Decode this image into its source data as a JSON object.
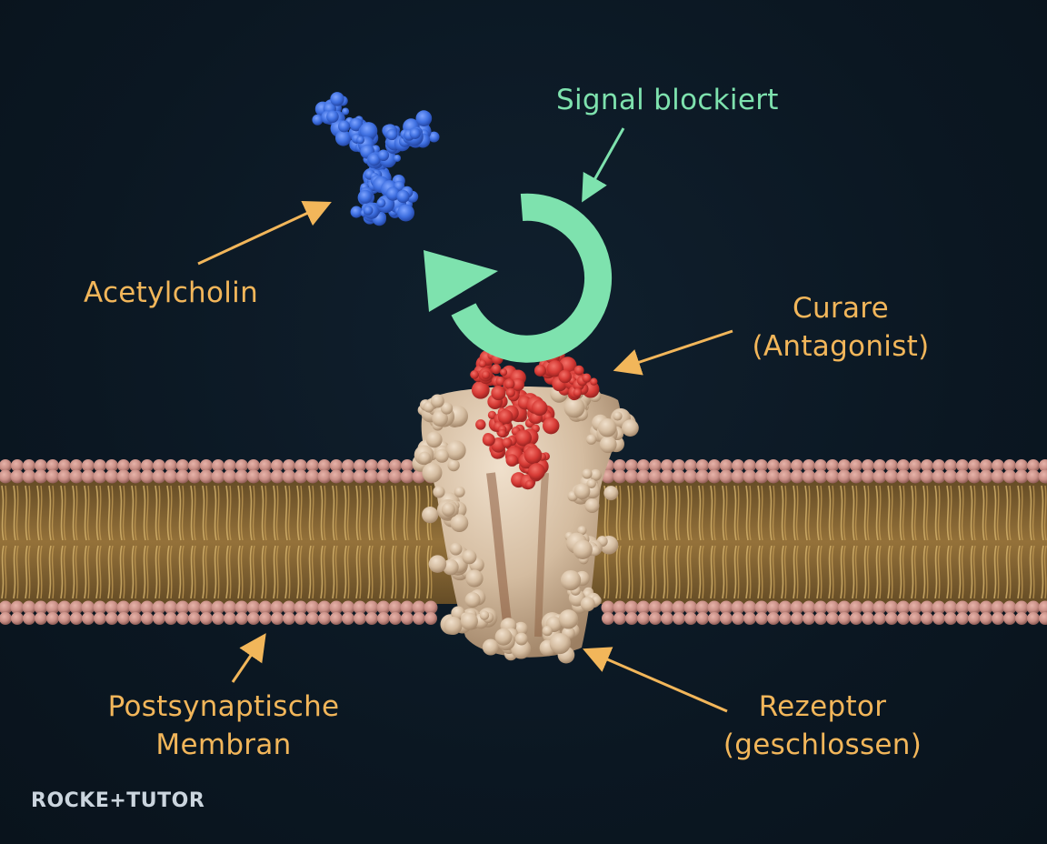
{
  "labels": {
    "acetylcholin": "Acetylcholin",
    "signal_blockiert": "Signal blockiert",
    "curare_line1": "Curare",
    "curare_line2": "(Antagonist)",
    "membran_line1": "Postsynaptische",
    "membran_line2": "Membran",
    "rezeptor_line1": "Rezeptor",
    "rezeptor_line2": "(geschlossen)"
  },
  "logo": {
    "text": "ROCKE+TUTOR"
  },
  "colors": {
    "background": "#0b1722",
    "label_orange": "#f2b65a",
    "signal_green": "#7ee2ae",
    "acetylcholine_blue": "#3d6fe0",
    "curare_red": "#d63a35",
    "receptor_beige": "#d8c2a8",
    "membrane_head": "#c98f86",
    "membrane_tail": "#b8893f"
  }
}
